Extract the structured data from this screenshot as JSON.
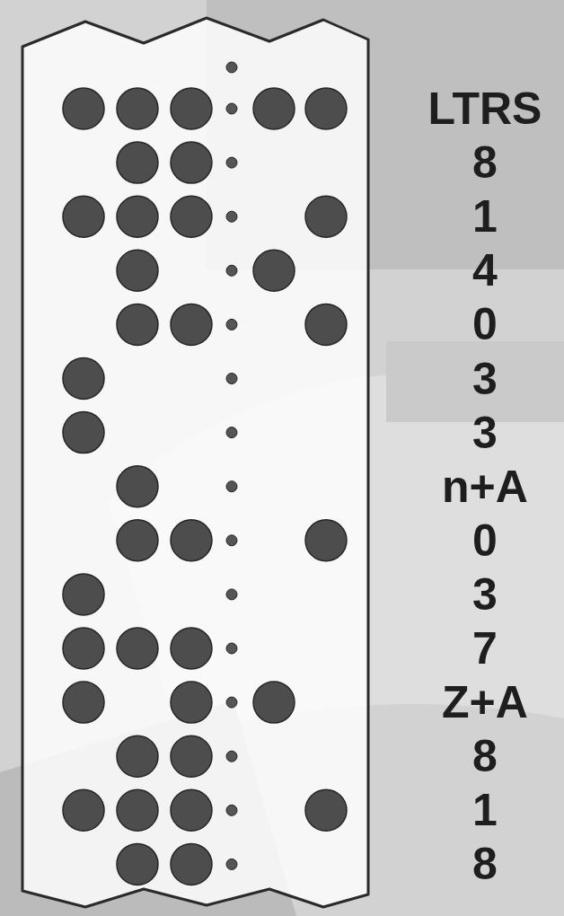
{
  "diagram": {
    "labels": [
      "LTRS",
      "8",
      "1",
      "4",
      "0",
      "3",
      "3",
      "n+A",
      "0",
      "3",
      "7",
      "Z+A",
      "8",
      "1",
      "8"
    ]
  }
}
